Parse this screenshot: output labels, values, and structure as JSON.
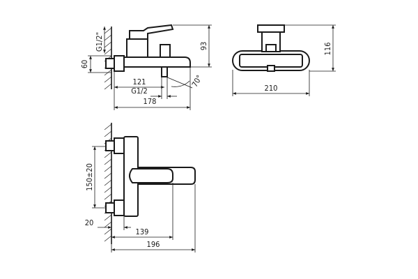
{
  "drawing": {
    "top_view": {
      "dim_g12_quote": "G1/2\"",
      "dim_60": "60",
      "dim_93": "93",
      "dim_121": "121",
      "dim_g12": "G1/2",
      "dim_178": "178",
      "dim_angle": "70°"
    },
    "front_view": {
      "dim_116": "116",
      "dim_210": "210"
    },
    "side_view": {
      "dim_150": "150±20",
      "dim_20": "20",
      "dim_139": "139",
      "dim_196": "196"
    }
  }
}
